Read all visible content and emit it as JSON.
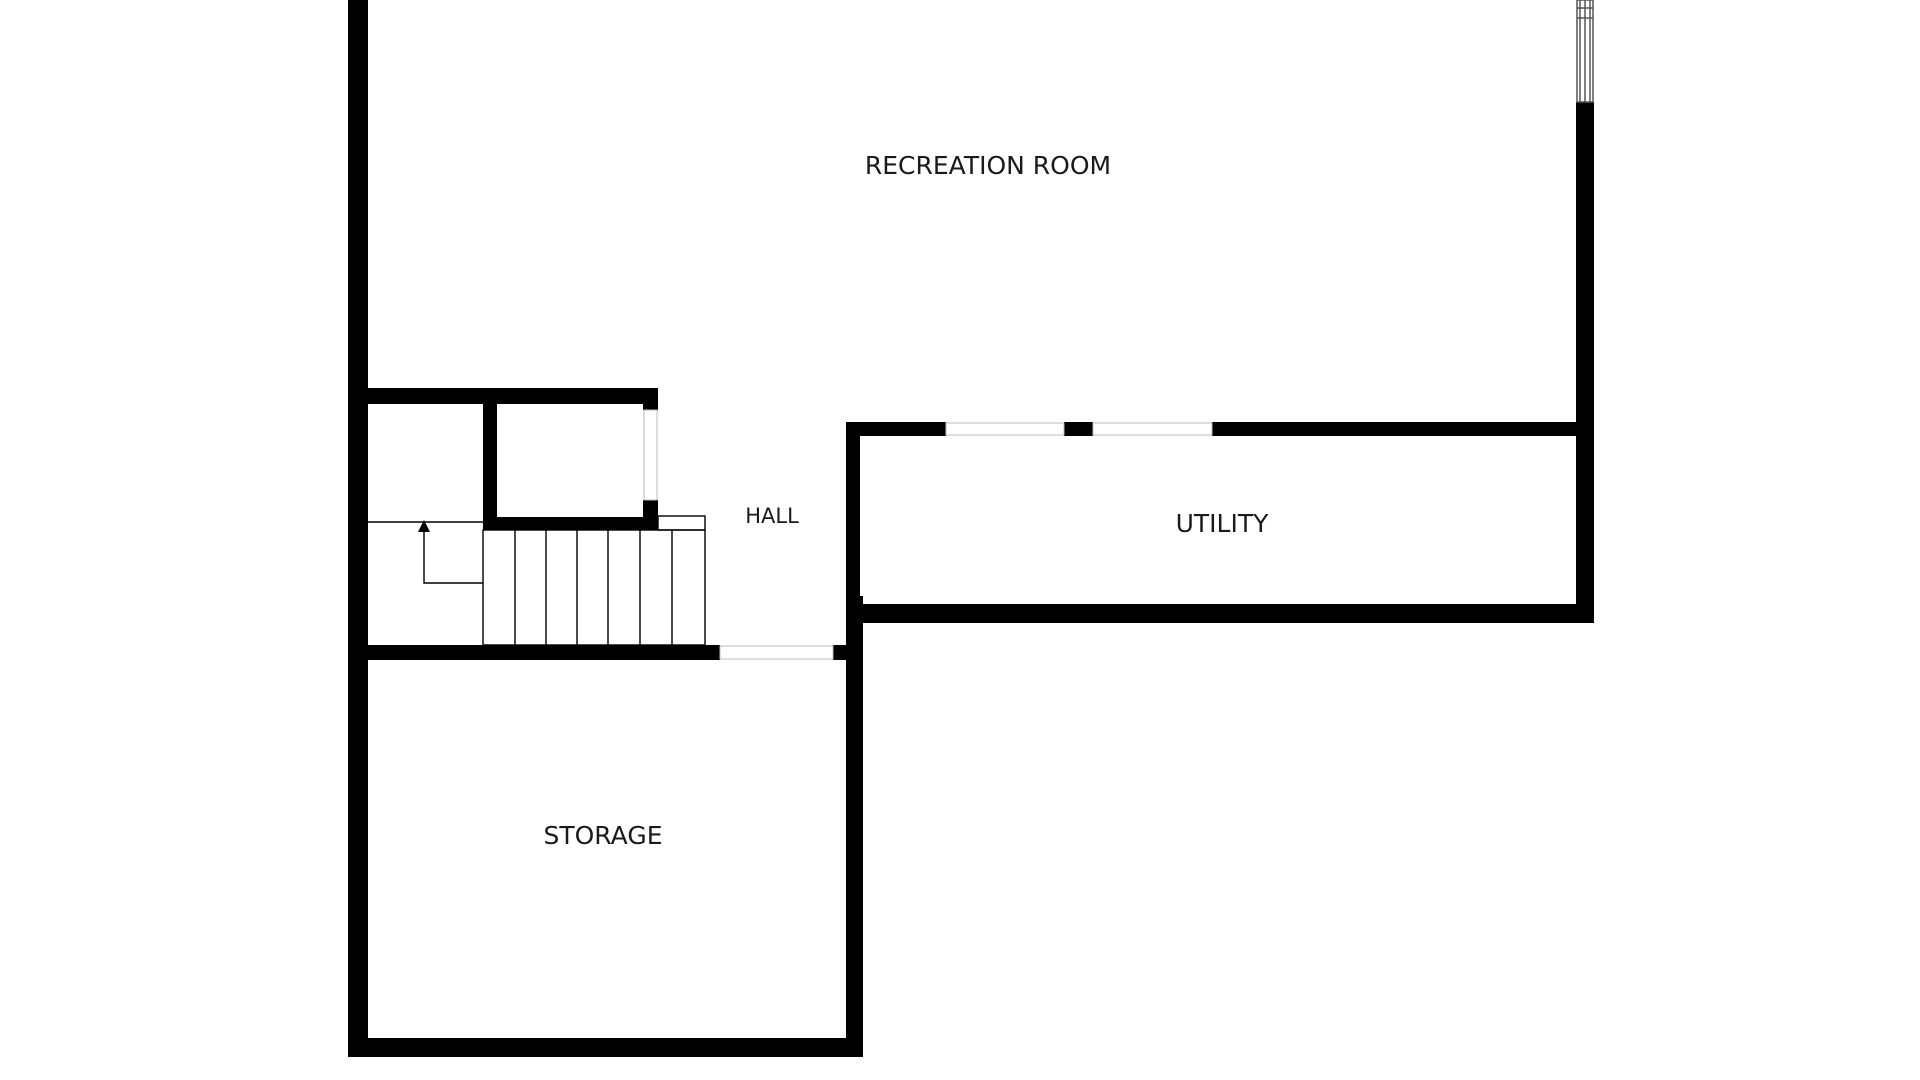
{
  "floorplan": {
    "colors": {
      "wall": "#000000",
      "background": "#ffffff",
      "opening": "#ffffff",
      "stair_line": "#000000",
      "label": "#1a1a1a"
    },
    "rooms": {
      "recreation_room": "RECREATION ROOM",
      "hall": "HALL",
      "utility": "UTILITY",
      "storage": "STORAGE"
    }
  }
}
